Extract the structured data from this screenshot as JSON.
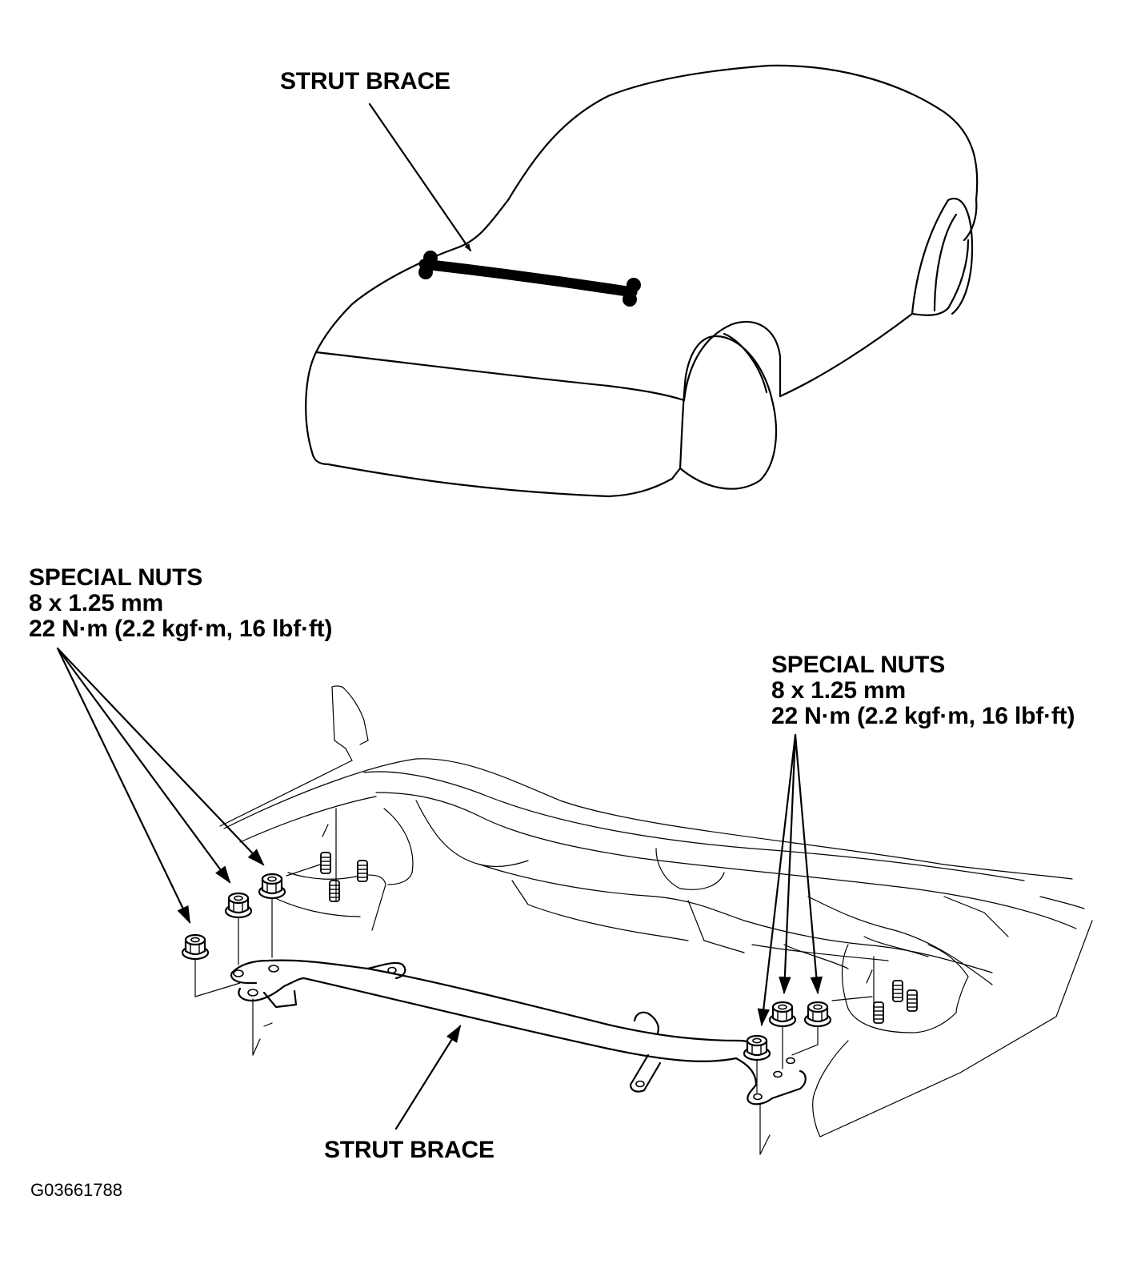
{
  "labels": {
    "strut_brace_top": "STRUT BRACE",
    "strut_brace_bottom": "STRUT BRACE",
    "nuts_left": {
      "name": "SPECIAL NUTS",
      "size": "8 x 1.25 mm",
      "torque": "22 N·m (2.2 kgf·m, 16 lbf·ft)"
    },
    "nuts_right": {
      "name": "SPECIAL NUTS",
      "size": "8 x 1.25 mm",
      "torque": "22 N·m (2.2 kgf·m, 16 lbf·ft)"
    }
  },
  "figure_id": "G03661788"
}
